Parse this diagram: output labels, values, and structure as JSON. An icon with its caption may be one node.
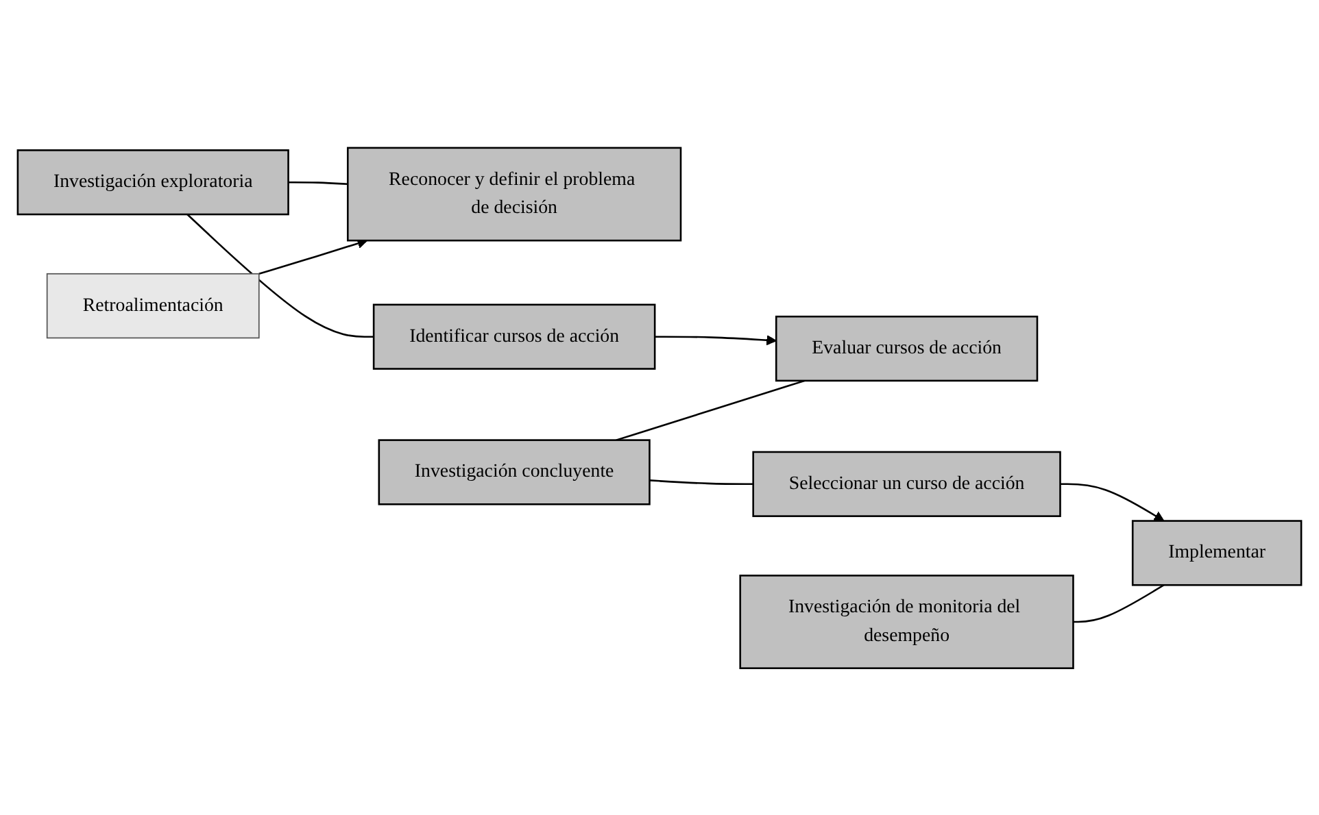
{
  "diagram": {
    "nodes": [
      {
        "text": [
          "Investigación exploratoria"
        ]
      },
      {
        "text": [
          "Reconocer y definir el problema de decisión"
        ]
      },
      {
        "text": [
          "Identificar cursos de acción"
        ]
      },
      {
        "text": [
          "Investigación concluyente"
        ]
      },
      {
        "text": [
          "Evaluar cursos de acción"
        ]
      },
      {
        "text": [
          "Seleccionar un curso de acción"
        ]
      },
      {
        "text": [
          "Investigación de monitoria del desempeño"
        ]
      },
      {
        "text": [
          "Implementar"
        ]
      },
      {
        "text": [
          "Retroalimentación"
        ]
      }
    ],
    "edges": [
      {
        "from": 0,
        "to": 1,
        "arrow": "none"
      },
      {
        "from": 0,
        "to": 2,
        "arrow": "none"
      },
      {
        "from": 2,
        "to": 4,
        "arrow": "to"
      },
      {
        "from": 3,
        "to": 4,
        "arrow": "none"
      },
      {
        "from": 3,
        "to": 5,
        "arrow": "none"
      },
      {
        "from": 5,
        "to": 7,
        "arrow": "to"
      },
      {
        "from": 6,
        "to": 7,
        "arrow": "none"
      },
      {
        "from": 8,
        "to": 1,
        "arrow": "to"
      }
    ]
  }
}
